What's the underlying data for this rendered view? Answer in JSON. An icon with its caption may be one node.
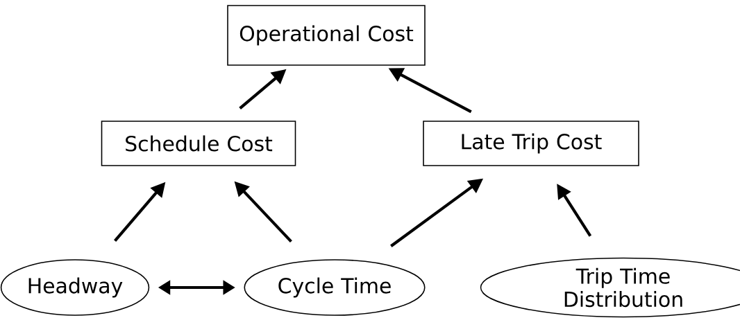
{
  "diagram": {
    "nodes": [
      {
        "text": [
          "Operational Cost"
        ]
      },
      {
        "text": [
          "Schedule Cost"
        ]
      },
      {
        "text": [
          "Late Trip Cost"
        ]
      },
      {
        "text": [
          "Headway"
        ]
      },
      {
        "text": [
          "Cycle Time"
        ]
      },
      {
        "text": [
          "Trip Time Distribution"
        ]
      }
    ],
    "edges": [
      {
        "from": 1,
        "to": 0,
        "arrow": "to"
      },
      {
        "from": 2,
        "to": 0,
        "arrow": "to"
      },
      {
        "from": 3,
        "to": 1,
        "arrow": "to"
      },
      {
        "from": 4,
        "to": 1,
        "arrow": "to"
      },
      {
        "from": 4,
        "to": 2,
        "arrow": "to"
      },
      {
        "from": 5,
        "to": 2,
        "arrow": "to"
      },
      {
        "from": 3,
        "to": 4,
        "arrow": "both"
      }
    ]
  }
}
